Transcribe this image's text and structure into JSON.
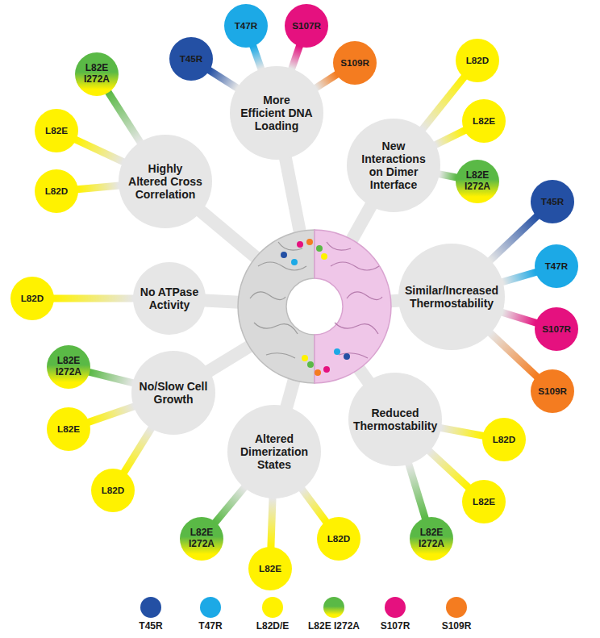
{
  "diagram": {
    "nodes": [
      {
        "text": [
          "More Efficient DNA Loading"
        ]
      },
      {
        "text": [
          "T45R"
        ]
      },
      {
        "text": [
          "T47R"
        ]
      },
      {
        "text": [
          "S107R"
        ]
      },
      {
        "text": [
          "S109R"
        ]
      },
      {
        "text": [
          "New Interactions on Dimer Interface"
        ]
      },
      {
        "text": [
          "L82D"
        ]
      },
      {
        "text": [
          "L82E"
        ]
      },
      {
        "text": [
          "L82E I272A"
        ]
      },
      {
        "text": [
          "Similar/Increased Thermostability"
        ]
      },
      {
        "text": [
          "T45R"
        ]
      },
      {
        "text": [
          "T47R"
        ]
      },
      {
        "text": [
          "S107R"
        ]
      },
      {
        "text": [
          "S109R"
        ]
      },
      {
        "text": [
          "Reduced Thermostability"
        ]
      },
      {
        "text": [
          "L82D"
        ]
      },
      {
        "text": [
          "L82E"
        ]
      },
      {
        "text": [
          "L82E I272A"
        ]
      },
      {
        "text": [
          "Altered Dimerization States"
        ]
      },
      {
        "text": [
          "L82D"
        ]
      },
      {
        "text": [
          "L82E"
        ]
      },
      {
        "text": [
          "L82E I272A"
        ]
      },
      {
        "text": [
          "No/Slow Cell Growth"
        ]
      },
      {
        "text": [
          "L82D"
        ]
      },
      {
        "text": [
          "L82E"
        ]
      },
      {
        "text": [
          "L82E I272A"
        ]
      },
      {
        "text": [
          "No ATPase Activity"
        ]
      },
      {
        "text": [
          "L82D"
        ]
      },
      {
        "text": [
          "Highly Altered Cross Correlation"
        ]
      },
      {
        "text": [
          "L82D"
        ]
      },
      {
        "text": [
          "L82E"
        ]
      },
      {
        "text": [
          "L82E I272A"
        ]
      }
    ],
    "edges": [
      {
        "from": 0,
        "to": 1,
        "arrow": "none"
      },
      {
        "from": 0,
        "to": 2,
        "arrow": "none"
      },
      {
        "from": 0,
        "to": 3,
        "arrow": "none"
      },
      {
        "from": 0,
        "to": 4,
        "arrow": "none"
      },
      {
        "from": 5,
        "to": 6,
        "arrow": "none"
      },
      {
        "from": 5,
        "to": 7,
        "arrow": "none"
      },
      {
        "from": 5,
        "to": 8,
        "arrow": "none"
      },
      {
        "from": 9,
        "to": 10,
        "arrow": "none"
      },
      {
        "from": 9,
        "to": 11,
        "arrow": "none"
      },
      {
        "from": 9,
        "to": 12,
        "arrow": "none"
      },
      {
        "from": 9,
        "to": 13,
        "arrow": "none"
      },
      {
        "from": 14,
        "to": 15,
        "arrow": "none"
      },
      {
        "from": 14,
        "to": 16,
        "arrow": "none"
      },
      {
        "from": 14,
        "to": 17,
        "arrow": "none"
      },
      {
        "from": 18,
        "to": 19,
        "arrow": "none"
      },
      {
        "from": 18,
        "to": 20,
        "arrow": "none"
      },
      {
        "from": 18,
        "to": 21,
        "arrow": "none"
      },
      {
        "from": 22,
        "to": 23,
        "arrow": "none"
      },
      {
        "from": 22,
        "to": 24,
        "arrow": "none"
      },
      {
        "from": 22,
        "to": 25,
        "arrow": "none"
      },
      {
        "from": 26,
        "to": 27,
        "arrow": "none"
      },
      {
        "from": 28,
        "to": 29,
        "arrow": "none"
      },
      {
        "from": 28,
        "to": 30,
        "arrow": "none"
      },
      {
        "from": 28,
        "to": 31,
        "arrow": "none"
      }
    ],
    "legend": [
      {
        "text": "T45R",
        "color": "#2450a4"
      },
      {
        "text": "T47R",
        "color": "#1ca9e6"
      },
      {
        "text": "L82D/E",
        "color": "#fff200"
      },
      {
        "text": "L82E I272A"
      },
      {
        "text": "S107R",
        "color": "#e5117f"
      },
      {
        "text": "S109R",
        "color": "#f47c20"
      }
    ]
  }
}
